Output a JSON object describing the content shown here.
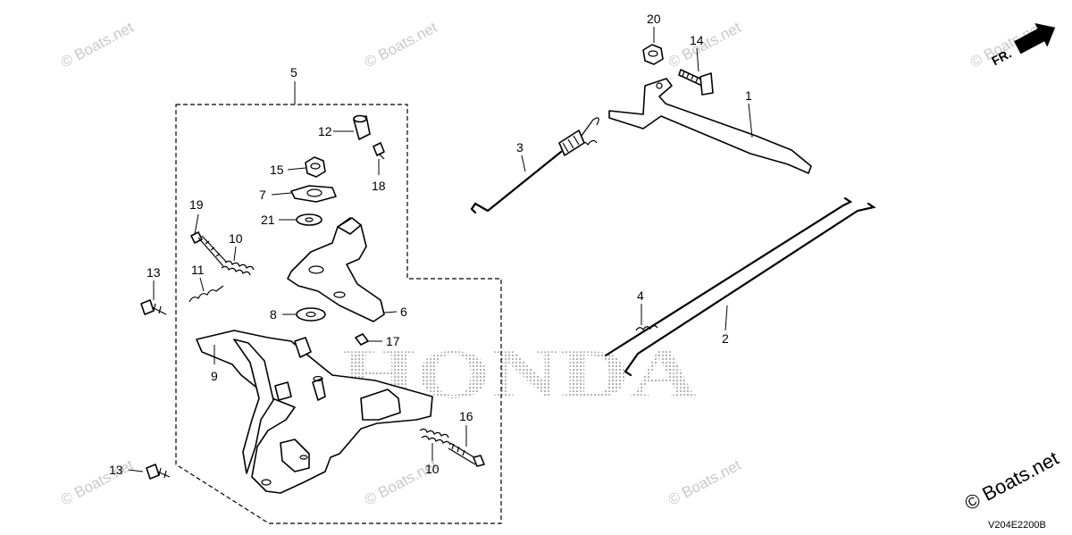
{
  "diagram": {
    "watermark_text": "© Boats.net",
    "brand_watermark": "HONDA",
    "direction_label": "FR.",
    "diagram_code": "V204E2200B",
    "callouts": [
      "1",
      "2",
      "3",
      "4",
      "5",
      "6",
      "7",
      "8",
      "9",
      "10",
      "10",
      "11",
      "12",
      "13",
      "13",
      "14",
      "15",
      "16",
      "17",
      "18",
      "19",
      "20",
      "21"
    ]
  }
}
